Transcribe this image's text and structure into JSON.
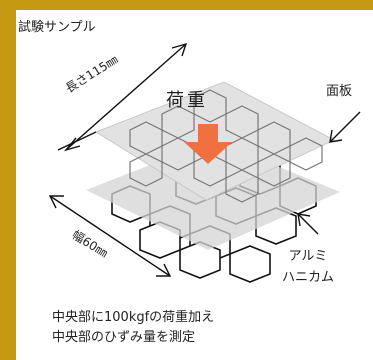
{
  "title": "試験サンプル",
  "labels": {
    "load": "荷重",
    "face_plate": "面板",
    "honeycomb_line1": "アルミ",
    "honeycomb_line2": "ハニカム",
    "length": "長さ115㎜",
    "width": "幅60㎜"
  },
  "caption": {
    "line1": "中央部に100kgfの荷重加え",
    "line2": "中央部のひずみ量を測定"
  },
  "colors": {
    "border": "#c59a12",
    "arrow": "#f07040",
    "plate": "#d8d8d8",
    "cells": "#111111"
  }
}
